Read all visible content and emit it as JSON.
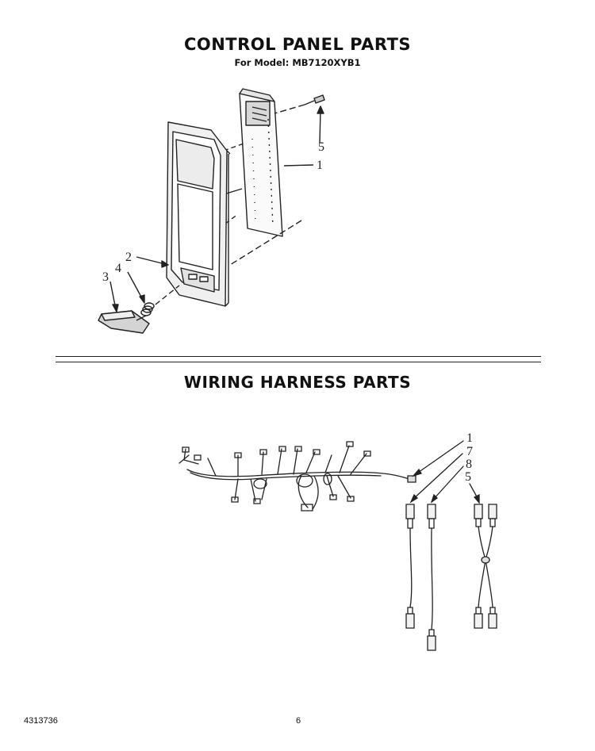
{
  "control_panel": {
    "title": "CONTROL PANEL PARTS",
    "subtitle": "For Model: MB7120XYB1",
    "callouts": [
      "5",
      "1",
      "2",
      "4",
      "3"
    ]
  },
  "wiring_harness": {
    "title": "WIRING HARNESS PARTS",
    "callouts": [
      "1",
      "7",
      "8",
      "5"
    ]
  },
  "footer": {
    "part_number": "4313736",
    "page_number": "6"
  }
}
